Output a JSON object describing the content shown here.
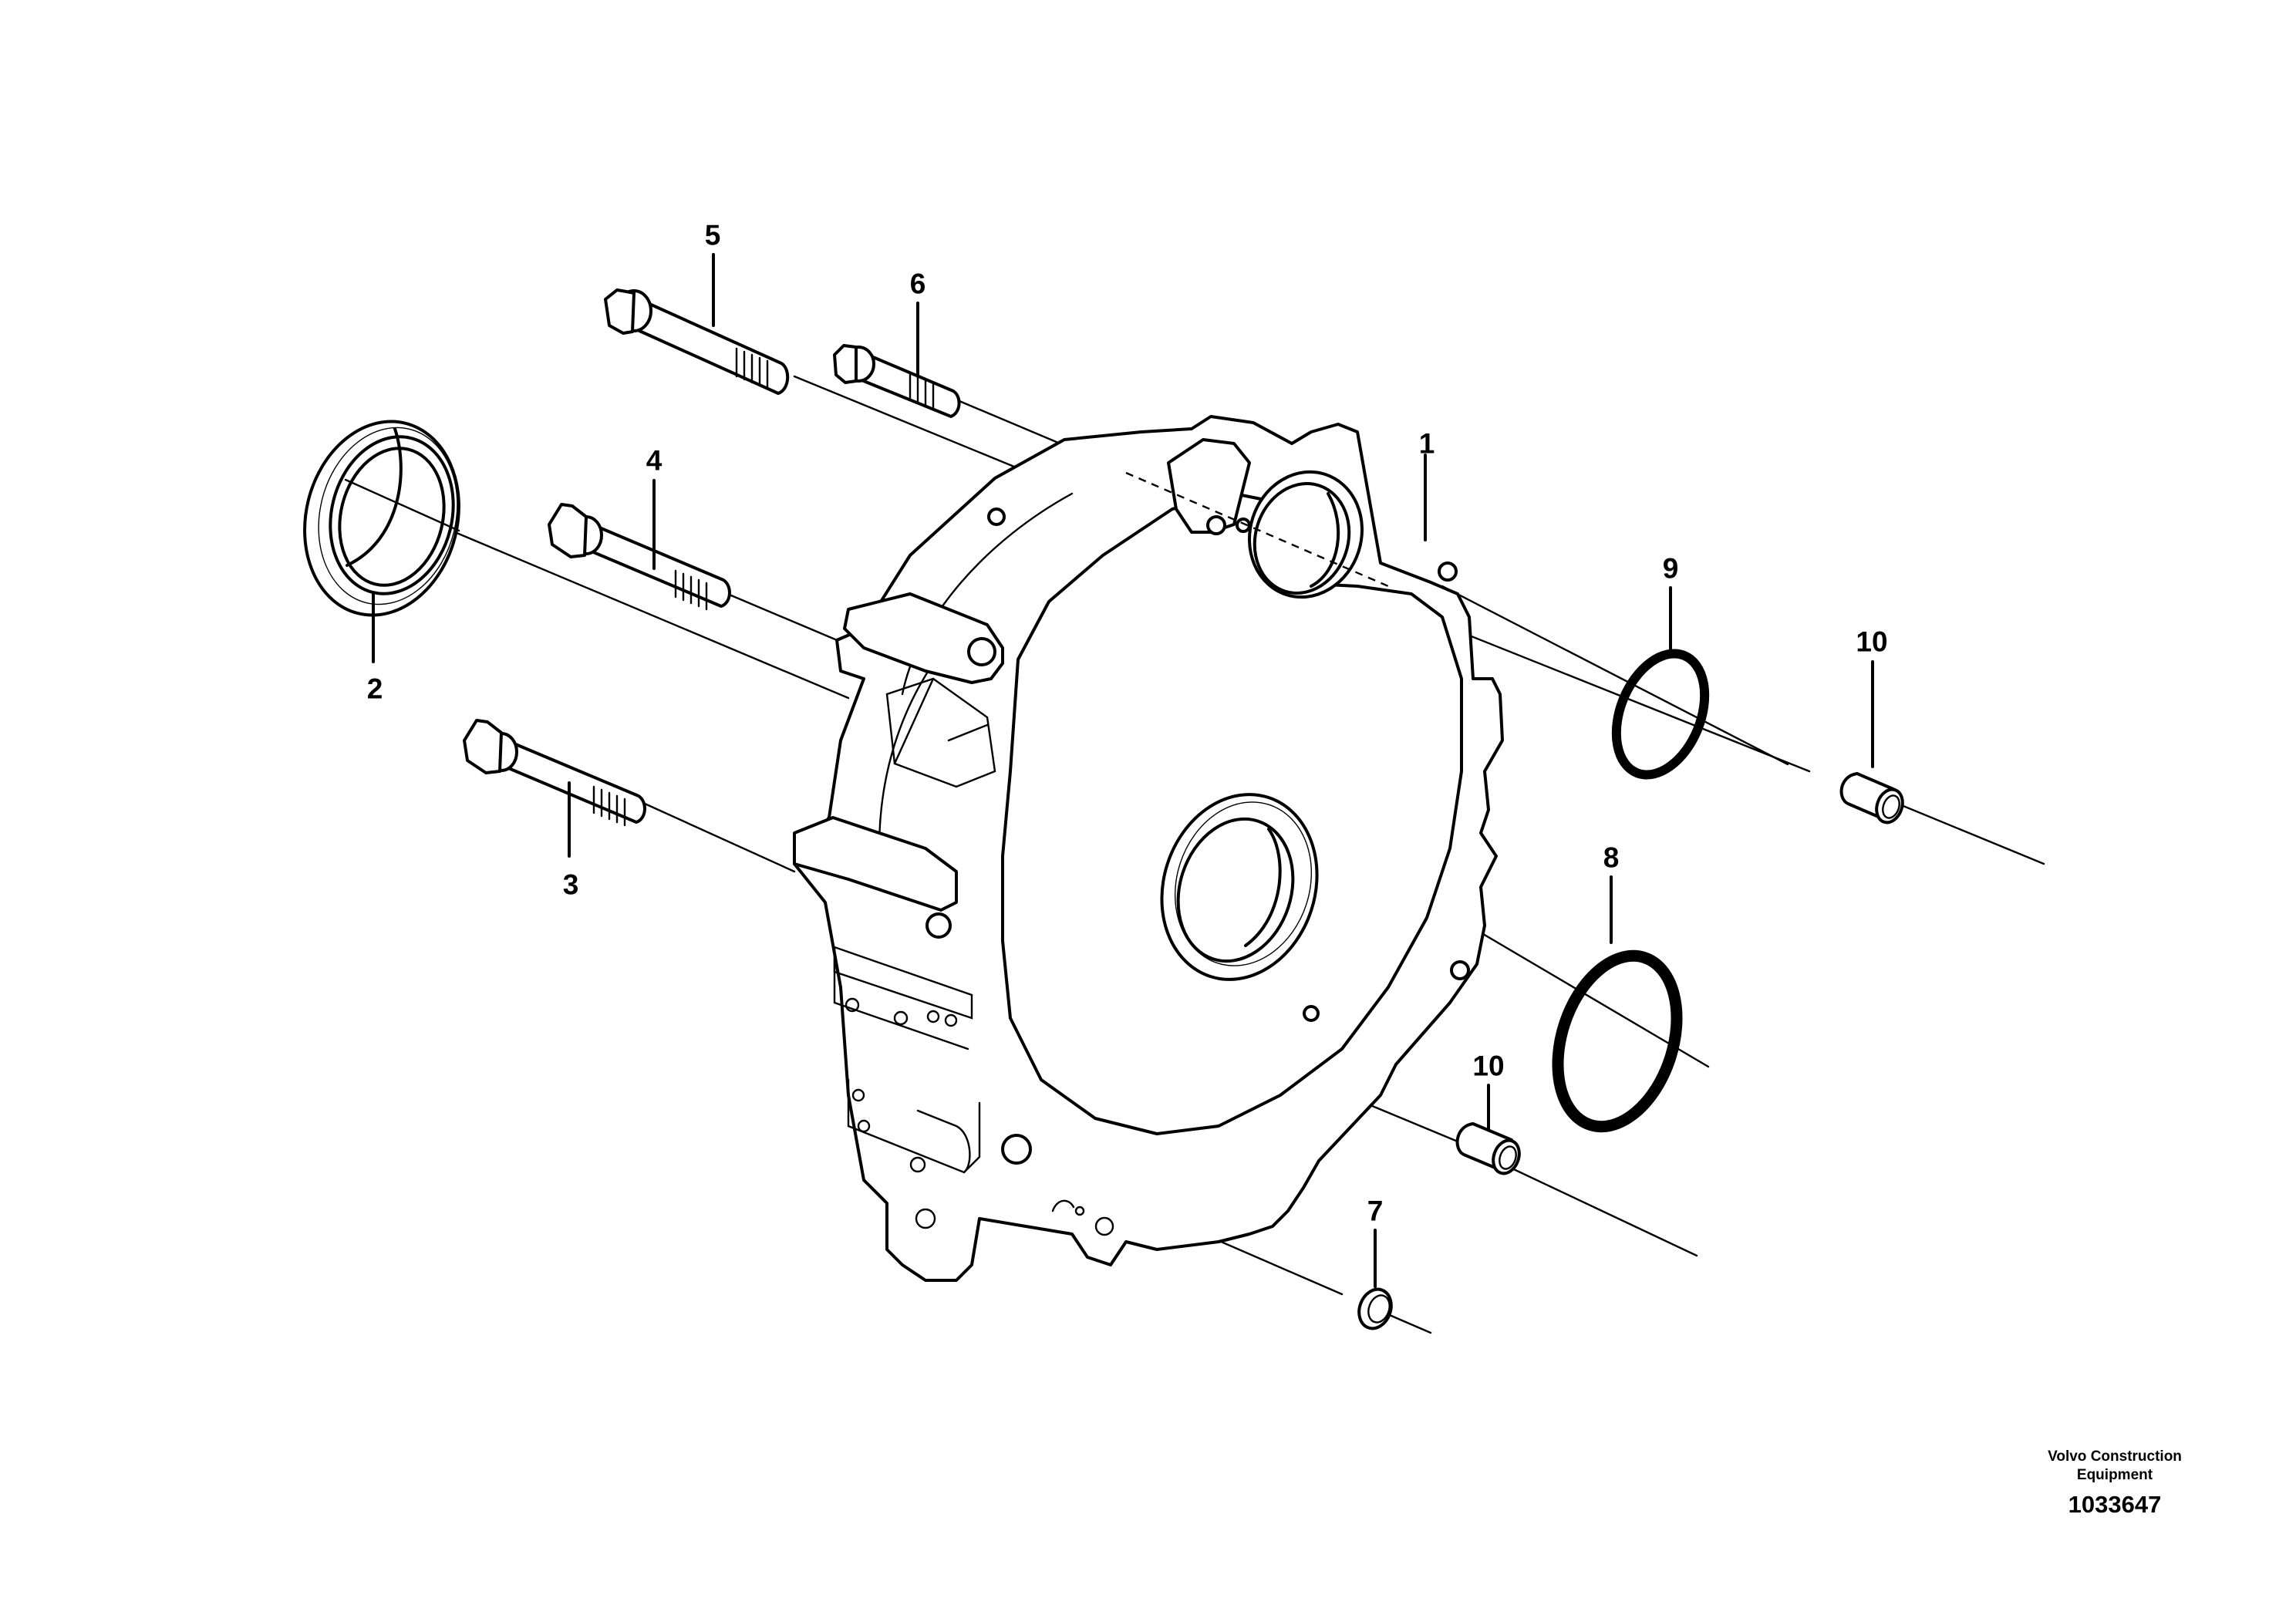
{
  "diagram": {
    "type": "exploded parts view",
    "subject": "flywheel housing assembly",
    "callouts": [
      {
        "id": "1",
        "label": "1",
        "part": "housing"
      },
      {
        "id": "2",
        "label": "2",
        "part": "seal ring"
      },
      {
        "id": "3",
        "label": "3",
        "part": "bolt"
      },
      {
        "id": "4",
        "label": "4",
        "part": "bolt"
      },
      {
        "id": "5",
        "label": "5",
        "part": "bolt (long)"
      },
      {
        "id": "6",
        "label": "6",
        "part": "bolt (short)"
      },
      {
        "id": "7",
        "label": "7",
        "part": "small ring"
      },
      {
        "id": "8",
        "label": "8",
        "part": "o-ring (large)"
      },
      {
        "id": "9",
        "label": "9",
        "part": "o-ring"
      },
      {
        "id": "10a",
        "label": "10",
        "part": "sleeve (upper)"
      },
      {
        "id": "10b",
        "label": "10",
        "part": "sleeve (lower)"
      }
    ]
  },
  "credit": {
    "line1": "Volvo Construction",
    "line2": "Equipment",
    "number": "1033647"
  }
}
